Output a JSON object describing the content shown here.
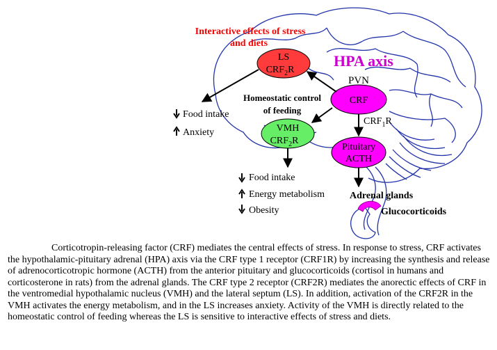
{
  "diagram": {
    "title_line1": "Interactive effects of stress",
    "title_line2": "and diets",
    "hpa_axis": "HPA axis",
    "pvn": "PVN",
    "ls_line1": "LS",
    "ls_line2": "CRF",
    "ls_sub": "2",
    "ls_sub_suffix": "R",
    "crf_node": "CRF",
    "homeostatic_line1": "Homeostatic control",
    "homeostatic_line2": "of feeding",
    "vmh_line1": "VMH",
    "vmh_line2": "CRF",
    "vmh_sub": "2",
    "vmh_sub_suffix": "R",
    "crf1r_main": "CRF",
    "crf1r_sub": "1",
    "crf1r_suffix": "R",
    "pituitary_line1": "Pituitary",
    "pituitary_line2": "ACTH",
    "ls_effect_1": "Food intake",
    "ls_effect_2": "Anxiety",
    "vmh_effect_1": "Food intake",
    "vmh_effect_2": "Energy metabolism",
    "vmh_effect_3": "Obesity",
    "adrenal": "Adrenal glands",
    "glucocorticoids": "Glucocorticoids",
    "colors": {
      "title_red": "#ff0000",
      "hpa_magenta": "#cc00cc",
      "ls_node": "#ff3b3b",
      "crf_node": "#ff00ff",
      "vmh_node": "#66ee66",
      "pituitary_node": "#ff00ff",
      "brain_outline": "#2233aa"
    }
  },
  "caption": "Corticotropin-releasing factor (CRF) mediates the central effects of stress. In response to stress, CRF activates the hypothalamic-pituitary adrenal (HPA) axis via the CRF type 1 receptor (CRF1R) by increasing the synthesis and release of adrenocorticotropic hormone (ACTH) from the anterior pituitary and glucocorticoids (cortisol in humans and corticosterone in rats) from the adrenal glands. The CRF type 2 receptor (CRF2R) mediates the anorectic effects of CRF in the ventromedial hypothalamic nucleus (VMH) and the lateral septum (LS). In addition, activation of the CRF2R in the VMH activates the energy metabolism, and in the LS increases anxiety. Activity of the VMH is directly related to the homeostatic control of feeding whereas the LS is sensitive to interactive effects of stress and diets."
}
